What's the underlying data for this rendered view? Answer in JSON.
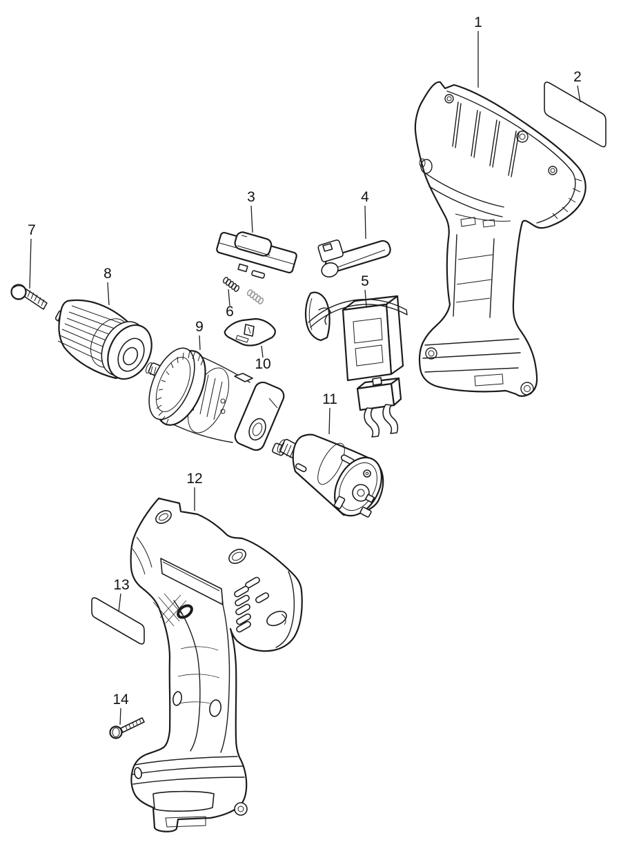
{
  "diagram": {
    "kind": "exploded-parts-diagram",
    "background_color": "#ffffff",
    "line_color": "#1b1b1b",
    "spring_gray_color": "#9a9a9a",
    "parts": [
      {
        "number": "1",
        "name": "housing-half-inner"
      },
      {
        "number": "2",
        "name": "nameplate-blank"
      },
      {
        "number": "3",
        "name": "slide-switch-lever"
      },
      {
        "number": "4",
        "name": "lock-lever"
      },
      {
        "number": "5",
        "name": "trigger-switch-assembly"
      },
      {
        "number": "6",
        "name": "coil-springs"
      },
      {
        "number": "7",
        "name": "pan-head-screw"
      },
      {
        "number": "8",
        "name": "keyless-chuck"
      },
      {
        "number": "9",
        "name": "gear-assembly"
      },
      {
        "number": "10",
        "name": "lever-clip-plate"
      },
      {
        "number": "11",
        "name": "dc-motor"
      },
      {
        "number": "12",
        "name": "housing-half-outer"
      },
      {
        "number": "13",
        "name": "label-blank"
      },
      {
        "number": "14",
        "name": "tapping-screw"
      }
    ]
  }
}
